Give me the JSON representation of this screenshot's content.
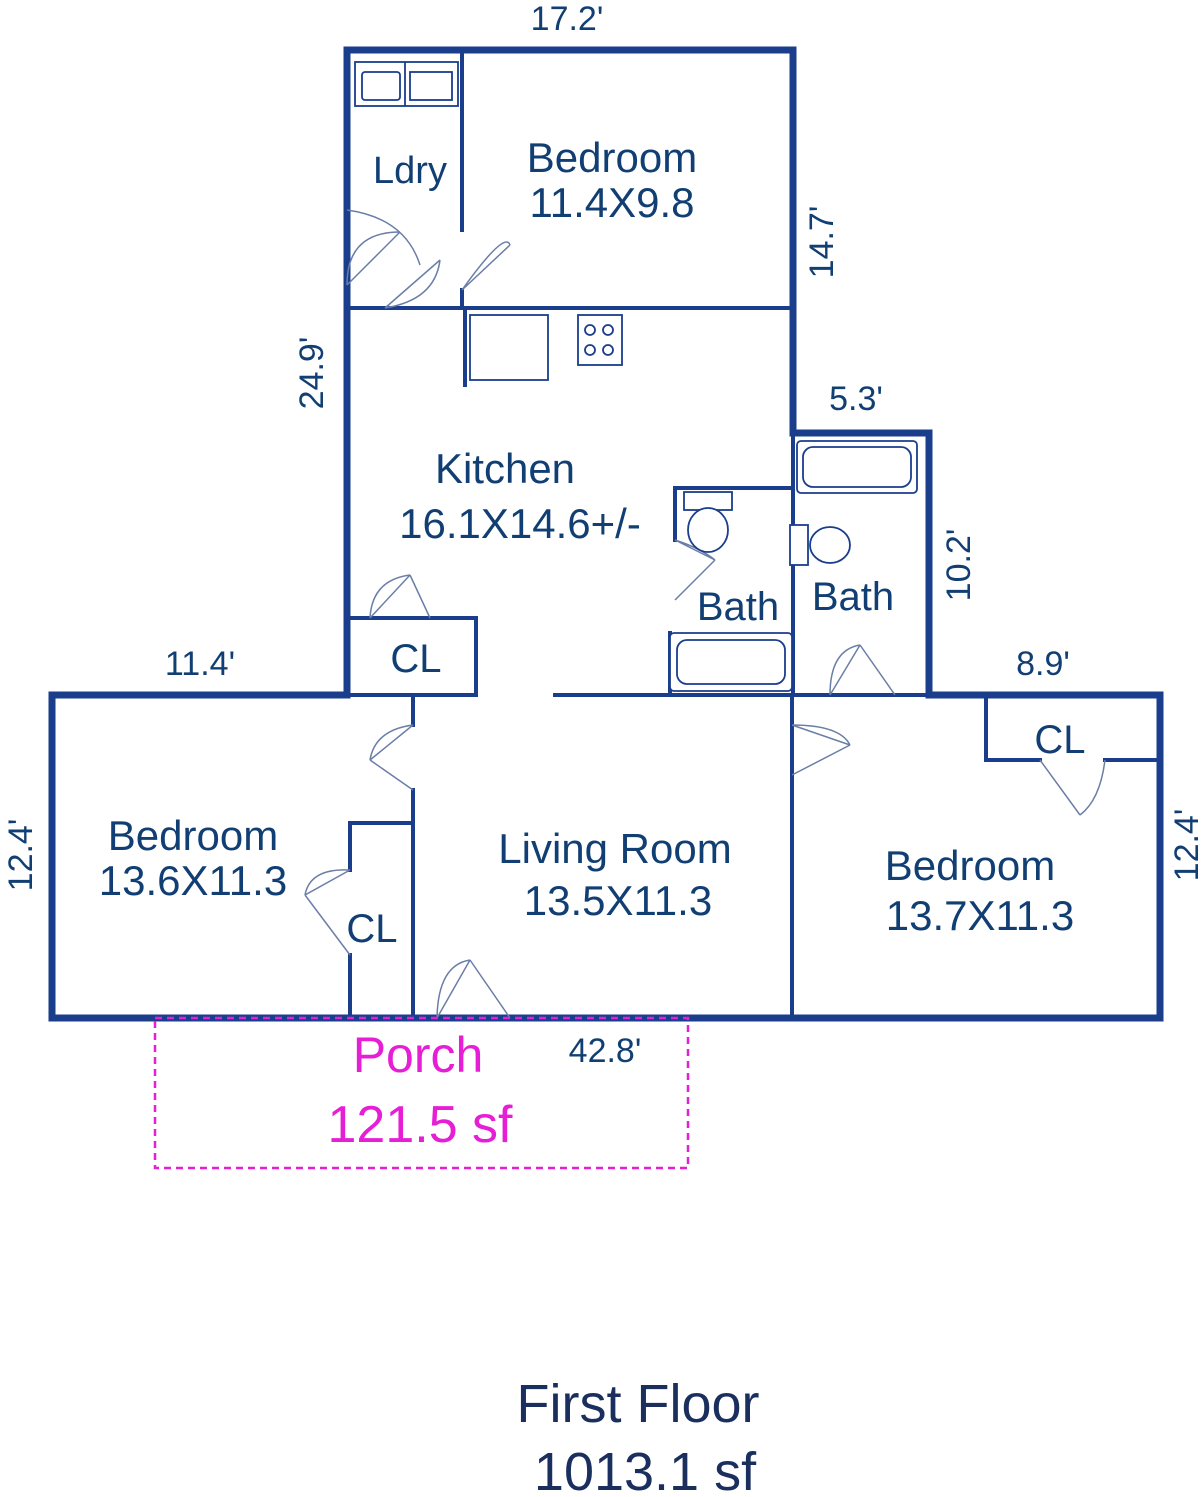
{
  "colors": {
    "wall": "#1a3d8c",
    "text": "#123f73",
    "porch": "#e61fd6",
    "title": "#1a2f5e"
  },
  "rooms": {
    "ldry": "Ldry",
    "bedroom_top_name": "Bedroom",
    "bedroom_top_size": "11.4X9.8",
    "kitchen_name": "Kitchen",
    "kitchen_size": "16.1X14.6+/-",
    "bath_left": "Bath",
    "bath_right": "Bath",
    "closet_kitchen": "CL",
    "closet_left": "CL",
    "closet_right": "CL",
    "bedroom_left_name": "Bedroom",
    "bedroom_left_size": "13.6X11.3",
    "living_name": "Living Room",
    "living_size": "13.5X11.3",
    "bedroom_right_name": "Bedroom",
    "bedroom_right_size": "13.7X11.3"
  },
  "dimensions": {
    "top": "17.2'",
    "right_upper": "14.7'",
    "left_upper": "24.9'",
    "bath_top": "5.3'",
    "bath_right": "10.2'",
    "left_wing_top": "11.4'",
    "right_wing_top": "8.9'",
    "left_side": "12.4'",
    "right_side": "12.4'",
    "bottom": "42.8'"
  },
  "porch": {
    "name": "Porch",
    "area": "121.5 sf"
  },
  "footer": {
    "floor": "First Floor",
    "area": "1013.1 sf"
  }
}
